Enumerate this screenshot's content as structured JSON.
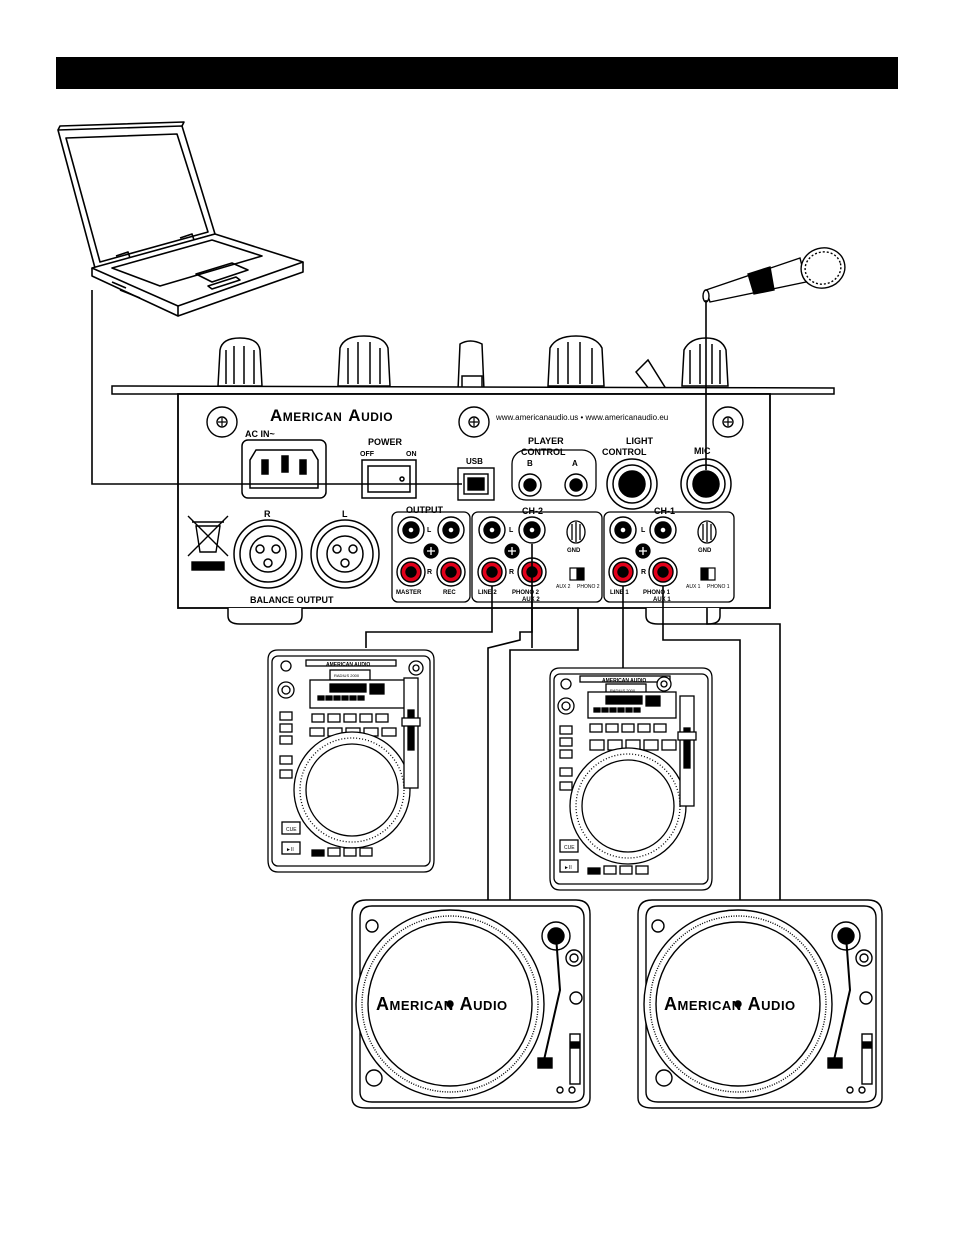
{
  "brand": {
    "name_big_a": "A",
    "name_rest1": "MERICAN",
    "name_big_b": "A",
    "name_rest2": "UDIO"
  },
  "mixer": {
    "url": "www.americanaudio.us  •  www.americanaudio.eu",
    "ac_in": "AC IN~",
    "power": "POWER",
    "power_off": "OFF",
    "power_on": "ON",
    "usb": "USB",
    "player_control": [
      "PLAYER",
      "CONTROL"
    ],
    "player_b": "B",
    "player_a": "A",
    "light_control": [
      "LIGHT",
      "CONTROL"
    ],
    "mic": "MIC",
    "xlr_r": "R",
    "xlr_l": "L",
    "balance_output": "BALANCE OUTPUT",
    "output": "OUTPUT",
    "output_l": "L",
    "output_r": "R",
    "master": "MASTER",
    "rec": "REC",
    "ch2": "CH-2",
    "ch1": "CH-1",
    "l": "L",
    "r": "R",
    "gnd": "GND",
    "line2": "LINE 2",
    "phono2": "PHONO 2",
    "aux2": "AUX 2",
    "aux2_sw": "AUX 2",
    "phono2_sw": "PHONO 2",
    "line1": "LINE 1",
    "phono1": "PHONO 1",
    "aux1": "AUX 1",
    "aux1_sw": "AUX 1",
    "phono1_sw": "PHONO 1"
  },
  "cd_player": {
    "brand": "AMERICAN AUDIO",
    "model": "RADIUS 2000",
    "cue": "CUE",
    "play": "►II"
  },
  "turntable_brand": {
    "big_a": "A",
    "rest1": "MERICAN",
    "big_b": "A",
    "rest2": "UDIO"
  }
}
